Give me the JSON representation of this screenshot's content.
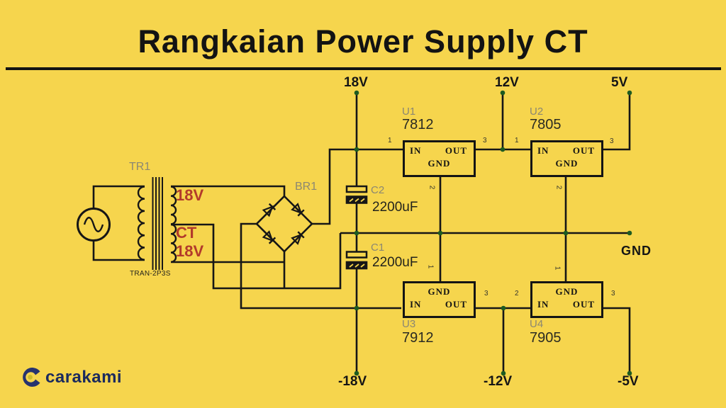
{
  "title": "Rangkaian Power Supply CT",
  "colors": {
    "background": "#F6D54D",
    "wire": "#161616",
    "junction_dot": "#1E5B20",
    "winding_label": "#B23A2B",
    "refdes_gray": "#8B8772",
    "logo_navy": "#1B2A5E",
    "logo_dot": "#CDBD2C"
  },
  "rails": {
    "top_pos": "18V",
    "mid_pos": "12V",
    "low_pos": "5V",
    "ground": "GND",
    "top_neg": "-18V",
    "mid_neg": "-12V",
    "low_neg": "-5V"
  },
  "transformer": {
    "ref": "TR1",
    "part": "TRAN-2P3S",
    "winding_top": "18V",
    "winding_center": "CT",
    "winding_bottom": "18V"
  },
  "bridge": {
    "ref": "BR1"
  },
  "capacitors": {
    "c2": {
      "ref": "C2",
      "value": "2200uF"
    },
    "c1": {
      "ref": "C1",
      "value": "2200uF"
    }
  },
  "regulators": {
    "u1": {
      "ref": "U1",
      "part": "7812",
      "label_in": "IN",
      "label_out": "OUT",
      "label_gnd": "GND",
      "pin_left": "1",
      "pin_right": "3",
      "pin_mid": "2"
    },
    "u2": {
      "ref": "U2",
      "part": "7805",
      "label_in": "IN",
      "label_out": "OUT",
      "label_gnd": "GND",
      "pin_left": "1",
      "pin_right": "3",
      "pin_mid": "2"
    },
    "u3": {
      "ref": "U3",
      "part": "7912",
      "label_in": "IN",
      "label_out": "OUT",
      "label_gnd": "GND",
      "pin_right": "3",
      "pin_mid": "1"
    },
    "u4": {
      "ref": "U4",
      "part": "7905",
      "label_in": "IN",
      "label_out": "OUT",
      "label_gnd": "GND",
      "pin_left": "2",
      "pin_right": "3",
      "pin_mid": "1"
    }
  },
  "logo": {
    "brand": "carakami"
  }
}
